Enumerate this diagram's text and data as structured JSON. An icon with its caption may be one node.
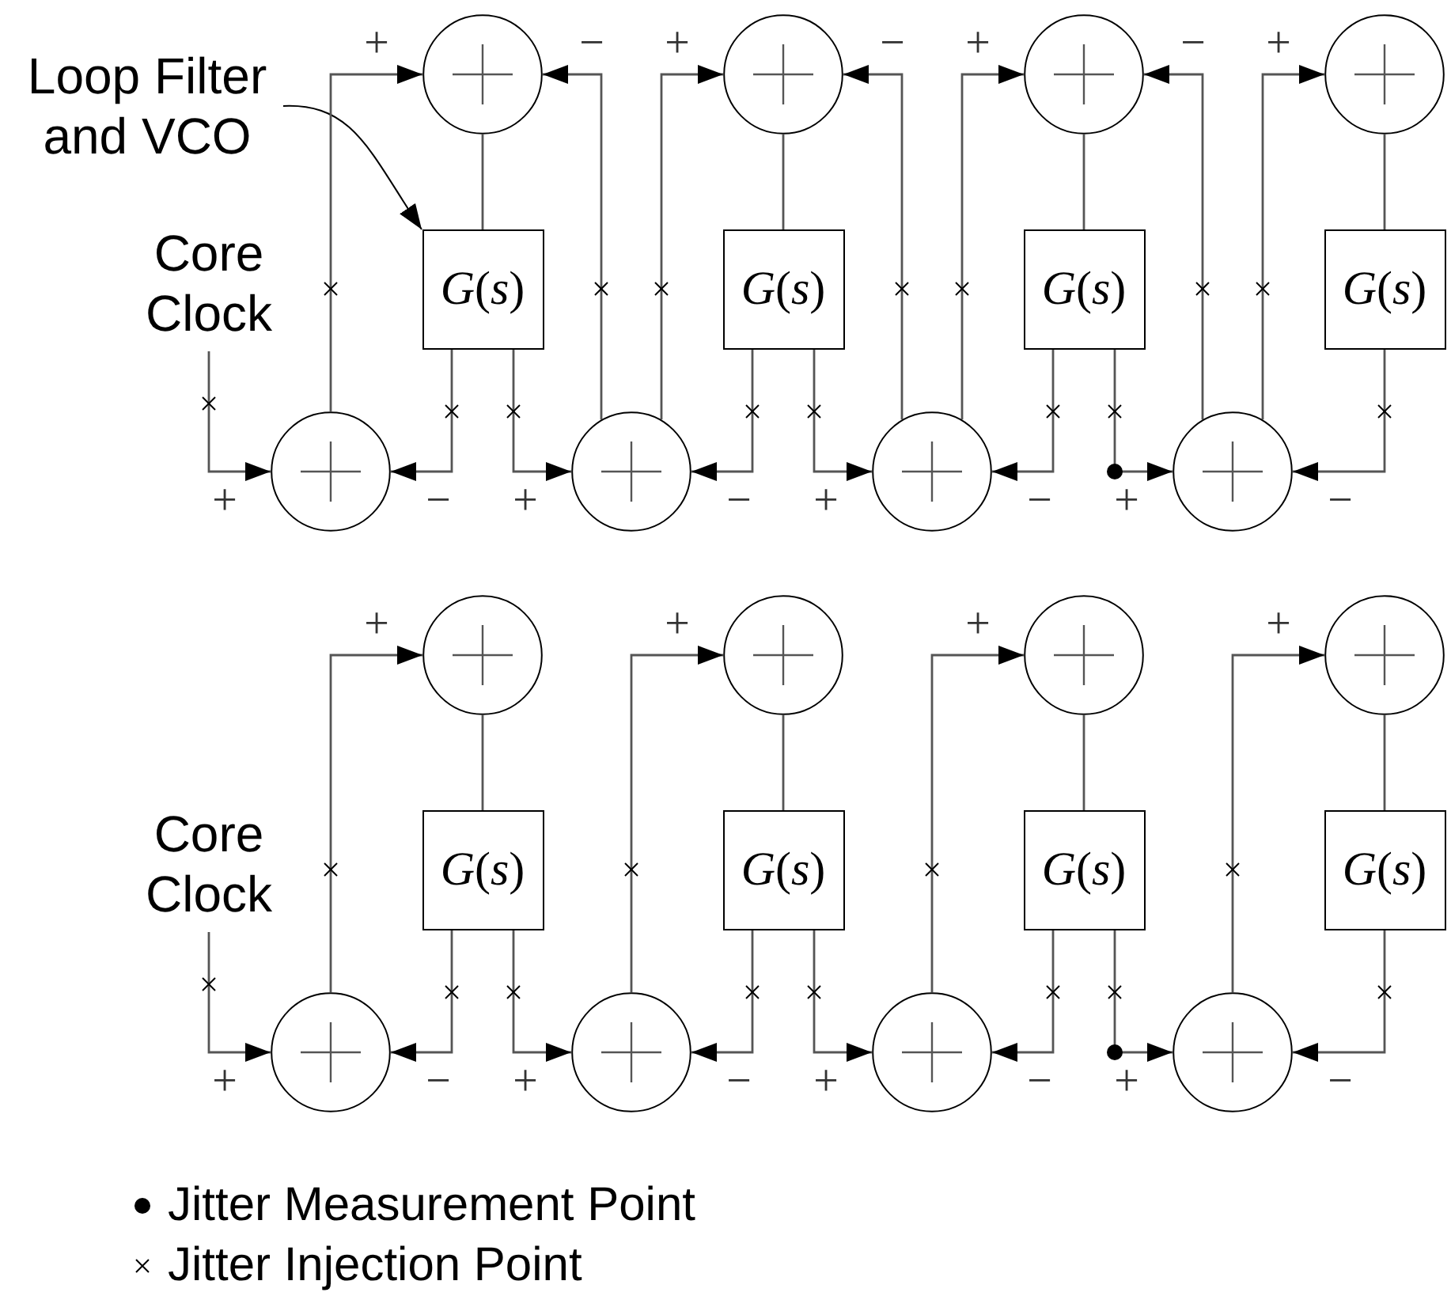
{
  "diagram": {
    "nodes": [
      {
        "text": [
          "Loop Filter and VCO"
        ]
      },
      {
        "text": [
          "Core Clock"
        ]
      },
      {
        "text": [],
        "shape": "circle"
      },
      {
        "text": [],
        "shape": "circle"
      },
      {
        "text": [],
        "shape": "circle"
      },
      {
        "text": [],
        "shape": "circle"
      },
      {
        "text": [
          "*G*(*s*)"
        ]
      },
      {
        "text": [
          "*G*(*s*)"
        ]
      },
      {
        "text": [
          "*G*(*s*)"
        ]
      },
      {
        "text": [
          "*G*(*s*)"
        ]
      },
      {
        "text": [],
        "shape": "circle"
      },
      {
        "text": [],
        "shape": "circle"
      },
      {
        "text": [],
        "shape": "circle"
      },
      {
        "text": [],
        "shape": "circle"
      },
      {
        "text": [
          "Core Clock"
        ]
      },
      {
        "text": [],
        "shape": "circle"
      },
      {
        "text": [],
        "shape": "circle"
      },
      {
        "text": [],
        "shape": "circle"
      },
      {
        "text": [],
        "shape": "circle"
      },
      {
        "text": [
          "*G*(*s*)"
        ]
      },
      {
        "text": [
          "*G*(*s*)"
        ]
      },
      {
        "text": [
          "*G*(*s*)"
        ]
      },
      {
        "text": [
          "*G*(*s*)"
        ]
      },
      {
        "text": [],
        "shape": "circle"
      },
      {
        "text": [],
        "shape": "circle"
      },
      {
        "text": [],
        "shape": "circle"
      },
      {
        "text": [],
        "shape": "circle"
      }
    ],
    "edges": [
      {
        "from": 0,
        "to": 6,
        "arrow": "to"
      },
      {
        "from": 1,
        "to": 10,
        "arrow": "to"
      },
      {
        "from": 10,
        "to": 2,
        "arrow": "to"
      },
      {
        "from": 2,
        "to": 6,
        "arrow": "none"
      },
      {
        "from": 6,
        "to": 10,
        "arrow": "to"
      },
      {
        "from": 6,
        "to": 11,
        "arrow": "to"
      },
      {
        "from": 11,
        "to": 2,
        "arrow": "to"
      },
      {
        "from": 11,
        "to": 3,
        "arrow": "to"
      },
      {
        "from": 3,
        "to": 7,
        "arrow": "none"
      },
      {
        "from": 7,
        "to": 11,
        "arrow": "to"
      },
      {
        "from": 7,
        "to": 12,
        "arrow": "to"
      },
      {
        "from": 12,
        "to": 3,
        "arrow": "to"
      },
      {
        "from": 12,
        "to": 4,
        "arrow": "to"
      },
      {
        "from": 4,
        "to": 8,
        "arrow": "none"
      },
      {
        "from": 8,
        "to": 12,
        "arrow": "to"
      },
      {
        "from": 8,
        "to": 13,
        "arrow": "to"
      },
      {
        "from": 13,
        "to": 4,
        "arrow": "to"
      },
      {
        "from": 13,
        "to": 5,
        "arrow": "to"
      },
      {
        "from": 5,
        "to": 9,
        "arrow": "none"
      },
      {
        "from": 9,
        "to": 13,
        "arrow": "to"
      },
      {
        "from": 14,
        "to": 23,
        "arrow": "to"
      },
      {
        "from": 23,
        "to": 15,
        "arrow": "to"
      },
      {
        "from": 15,
        "to": 19,
        "arrow": "none"
      },
      {
        "from": 19,
        "to": 23,
        "arrow": "to"
      },
      {
        "from": 19,
        "to": 24,
        "arrow": "to"
      },
      {
        "from": 24,
        "to": 16,
        "arrow": "to"
      },
      {
        "from": 16,
        "to": 20,
        "arrow": "none"
      },
      {
        "from": 20,
        "to": 24,
        "arrow": "to"
      },
      {
        "from": 20,
        "to": 25,
        "arrow": "to"
      },
      {
        "from": 25,
        "to": 17,
        "arrow": "to"
      },
      {
        "from": 17,
        "to": 21,
        "arrow": "none"
      },
      {
        "from": 21,
        "to": 25,
        "arrow": "to"
      },
      {
        "from": 21,
        "to": 26,
        "arrow": "to"
      },
      {
        "from": 26,
        "to": 18,
        "arrow": "to"
      },
      {
        "from": 18,
        "to": 22,
        "arrow": "none"
      },
      {
        "from": 22,
        "to": 26,
        "arrow": "to"
      }
    ],
    "labels": [
      "+",
      "−",
      "+",
      "−",
      "+",
      "−",
      "+",
      "+",
      "−",
      "+",
      "−",
      "+",
      "−",
      "+",
      "−",
      "+",
      "+",
      "+",
      "+",
      "+",
      "−",
      "+",
      "−",
      "+",
      "−",
      "+",
      "−"
    ],
    "legend": [
      {
        "text": "Jitter Measurement Point"
      },
      {
        "text": "Jitter Injection Point"
      }
    ]
  }
}
